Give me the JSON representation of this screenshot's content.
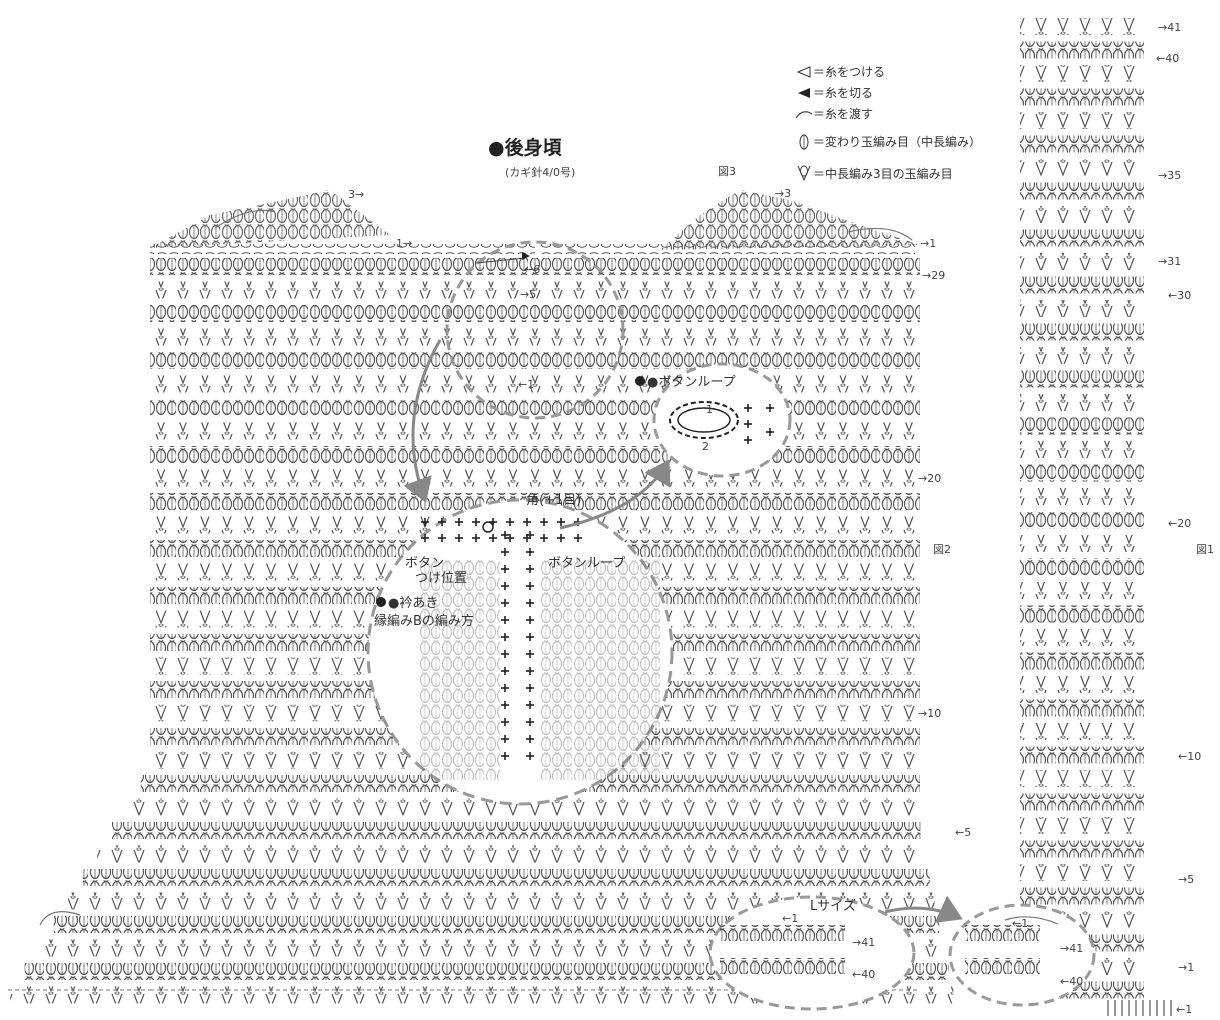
{
  "title": "●後身頃",
  "subtitle": "(カギ針4/0号)",
  "figure_labels": {
    "fig1": "図1",
    "fig2": "図2",
    "fig3": "図3"
  },
  "legend": [
    {
      "symbol": "join-yarn-icon",
      "text": "＝糸をつける"
    },
    {
      "symbol": "cut-yarn-icon",
      "text": "＝糸を切る"
    },
    {
      "symbol": "carry-yarn-icon",
      "text": "＝糸を渡す"
    },
    {
      "symbol": "modified-puff-icon",
      "text": "＝変わり玉編み目（中長編み）"
    },
    {
      "symbol": "hdc3-puff-icon",
      "text": "＝中長編み3目の玉編み目"
    }
  ],
  "callouts": {
    "button_loop": "●ボタンループ",
    "button_loop_inner": "ボタンループ",
    "button_pos_1": "ボタン",
    "button_pos_2": "つけ位置",
    "neck_1": "●衿あき",
    "neck_2": "縁編みBの編み方",
    "corner": "角(+1目)",
    "l_size": "Lサイズ"
  },
  "row_labels": {
    "main": [
      "→29",
      "→20",
      "→10",
      "←5",
      "→1",
      "3→",
      "→3",
      "1→"
    ],
    "inner": [
      "←6",
      "→5",
      "←1"
    ],
    "strip": [
      "→41",
      "←40",
      "→35",
      "→31",
      "←30",
      "←20",
      "←10",
      "→5",
      "→1",
      "←1"
    ],
    "detail": [
      "←1",
      "→41",
      "←40",
      "→41",
      "←40",
      "2",
      "1"
    ]
  }
}
